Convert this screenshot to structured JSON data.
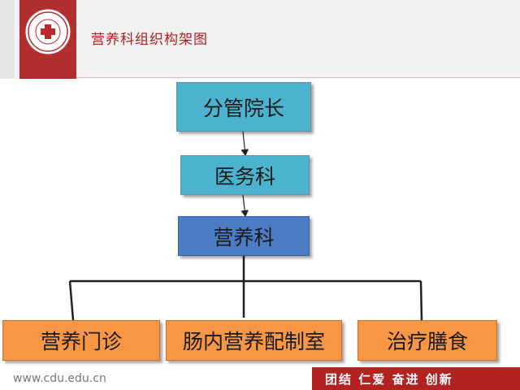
{
  "header": {
    "title": "营养科组织构架图",
    "logo_icon": "hospital-seal-icon"
  },
  "org_chart": {
    "level1": "分管院长",
    "level2": "医务科",
    "level3": "营养科",
    "children": [
      "营养门诊",
      "肠内营养配制室",
      "治疗膳食"
    ]
  },
  "footer": {
    "url": "www.cdu.edu.cn",
    "slogan": "团结 仁爱 奋进 创新"
  },
  "colors": {
    "teal": "#4cb3cf",
    "blue": "#4b7cc6",
    "orange": "#f79645",
    "accent_red": "#b22222"
  }
}
